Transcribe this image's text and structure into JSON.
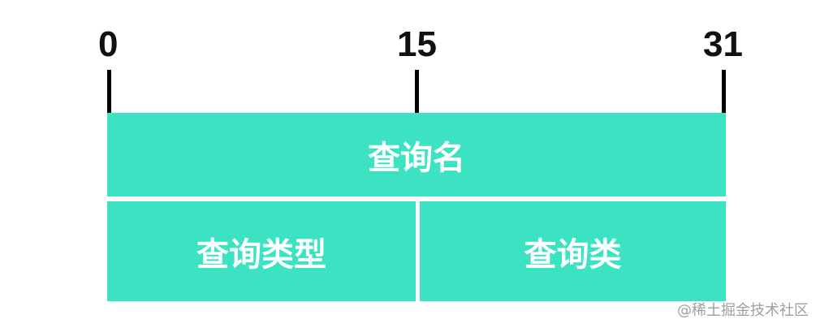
{
  "bit_labels": {
    "start": "0",
    "mid": "15",
    "end": "31"
  },
  "fields": {
    "query_name": "查询名",
    "query_type": "查询类型",
    "query_class": "查询类"
  },
  "colors": {
    "field_fill": "#3be3c2",
    "field_text": "#ffffff",
    "tick": "#000000"
  },
  "watermark": "@稀土掘金技术社区"
}
